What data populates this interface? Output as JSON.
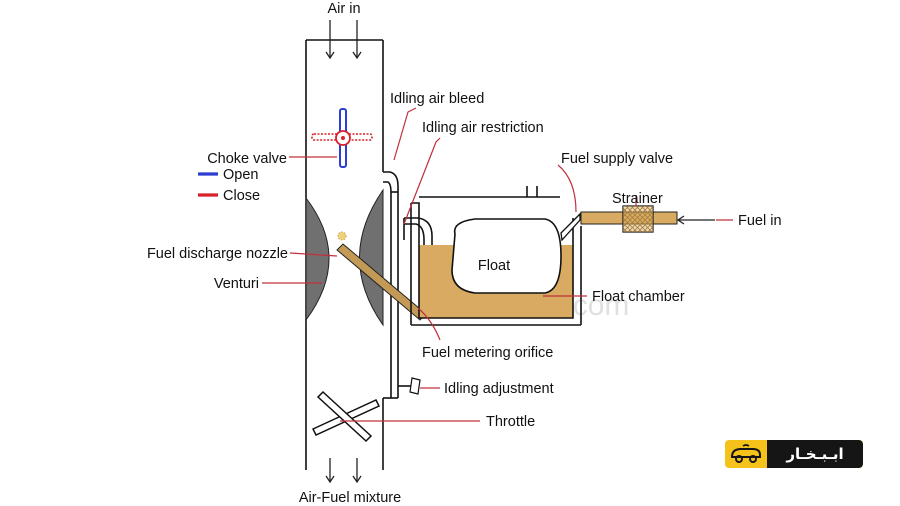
{
  "labels": {
    "air_in": "Air in",
    "idling_air_bleed": "Idling air bleed",
    "idling_air_restriction": "Idling air restriction",
    "fuel_supply_valve": "Fuel supply valve",
    "strainer": "Strainer",
    "fuel_in": "Fuel in",
    "choke_valve": "Choke valve",
    "legend_open": "Open",
    "legend_close": "Close",
    "fuel_discharge_nozzle": "Fuel discharge nozzle",
    "venturi": "Venturi",
    "float": "Float",
    "float_chamber": "Float chamber",
    "fuel_metering_orifice": "Fuel metering orifice",
    "idling_adjustment": "Idling adjustment",
    "throttle": "Throttle",
    "air_fuel_mixture": "Air-Fuel mixture"
  },
  "watermark": "mecholic.com",
  "logo_text": "ابـبـخـار",
  "colors": {
    "fuel": "#d9ab62",
    "venturi": "#707070",
    "leader": "#c0303a",
    "open": "#2c3fd0",
    "close": "#d8202a",
    "logo_bg": "#f4c21a"
  }
}
